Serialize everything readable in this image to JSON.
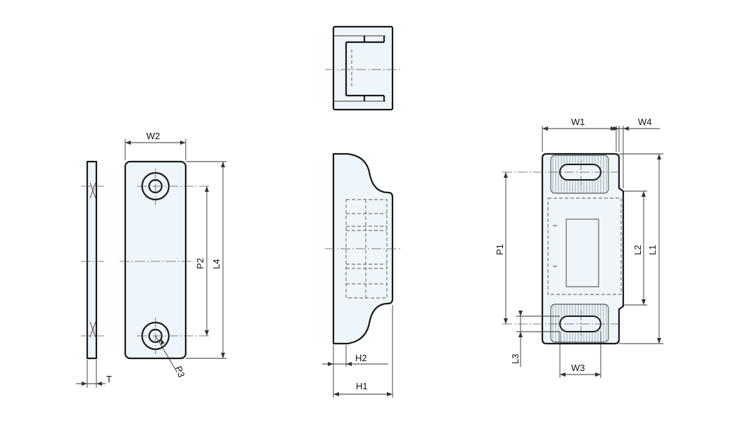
{
  "labels": {
    "w1": "W1",
    "w2": "W2",
    "w3": "W3",
    "w4": "W4",
    "l1": "L1",
    "l2": "L2",
    "l3": "L3",
    "l4": "L4",
    "p1": "P1",
    "p2": "P2",
    "p3": "P3",
    "t": "T",
    "h1": "H1",
    "h2": "H2"
  }
}
